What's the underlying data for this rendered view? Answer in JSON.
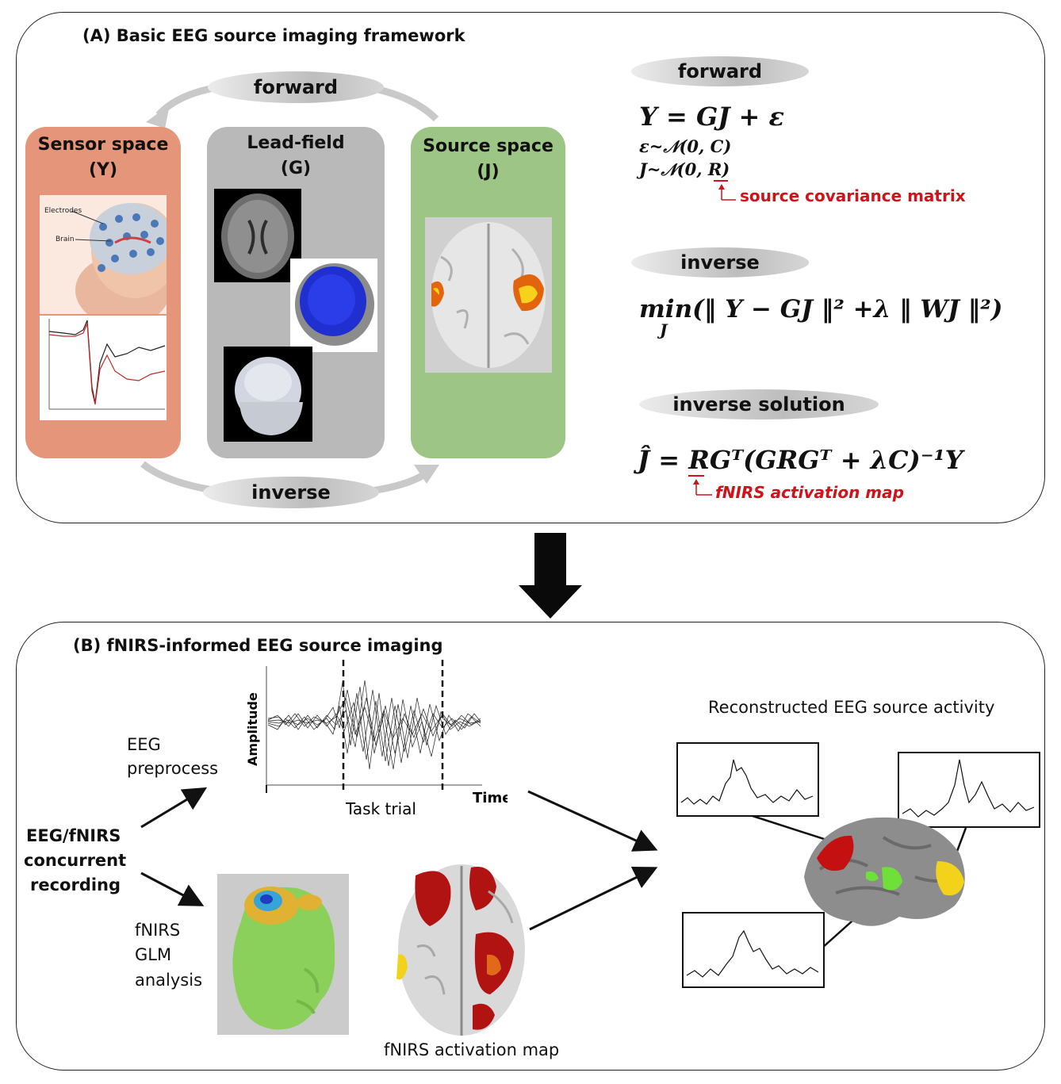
{
  "panel_a": {
    "title": "(A) Basic EEG source imaging framework",
    "cycle": {
      "forward_label": "forward",
      "inverse_label": "inverse"
    },
    "columns": {
      "sensor": {
        "title": "Sensor space",
        "symbol": "(Y)",
        "color": "#e5967a",
        "image_labels": {
          "electrodes": "Electrodes",
          "brain": "Brain"
        }
      },
      "leadfield": {
        "title": "Lead-field",
        "symbol": "(G)",
        "color": "#b9b9b9"
      },
      "source": {
        "title": "Source space",
        "symbol": "(J)",
        "color": "#9dc585"
      }
    },
    "equations": {
      "forward_heading": "forward",
      "forward_eq": "Y = GJ +  ε",
      "noise_dist": "ε~𝒩(0, C)",
      "source_dist": "J~𝒩(0, R)",
      "cov_note": "source covariance matrix",
      "inverse_heading": "inverse",
      "inverse_eq": "min(‖ Y − GJ ‖² +λ ‖ WJ ‖²)",
      "inverse_sub": "J",
      "solution_heading": "inverse solution",
      "solution_eq": "Ĵ = RGᵀ(GRGᵀ + λC)⁻¹Y",
      "fnirs_note": "fNIRS activation map"
    }
  },
  "panel_b": {
    "title": "(B) fNIRS-informed EEG source imaging",
    "recording_label": [
      "EEG/fNIRS",
      "concurrent",
      "recording"
    ],
    "eeg_step": [
      "EEG",
      "preprocess"
    ],
    "fnirs_step": [
      "fNIRS",
      "GLM",
      "analysis"
    ],
    "eeg_plot": {
      "ylabel": "Amplitude",
      "xlabel": "Time",
      "window_label": "Task trial"
    },
    "activation_caption": "fNIRS activation map",
    "recon_title": "Reconstructed EEG source activity"
  },
  "colors": {
    "accent_red": "#d0121b",
    "arrow": "#0a0a0a",
    "activation_red": "#b11212",
    "activation_yellow": "#f2d21b",
    "activation_green": "#6fe03a"
  }
}
